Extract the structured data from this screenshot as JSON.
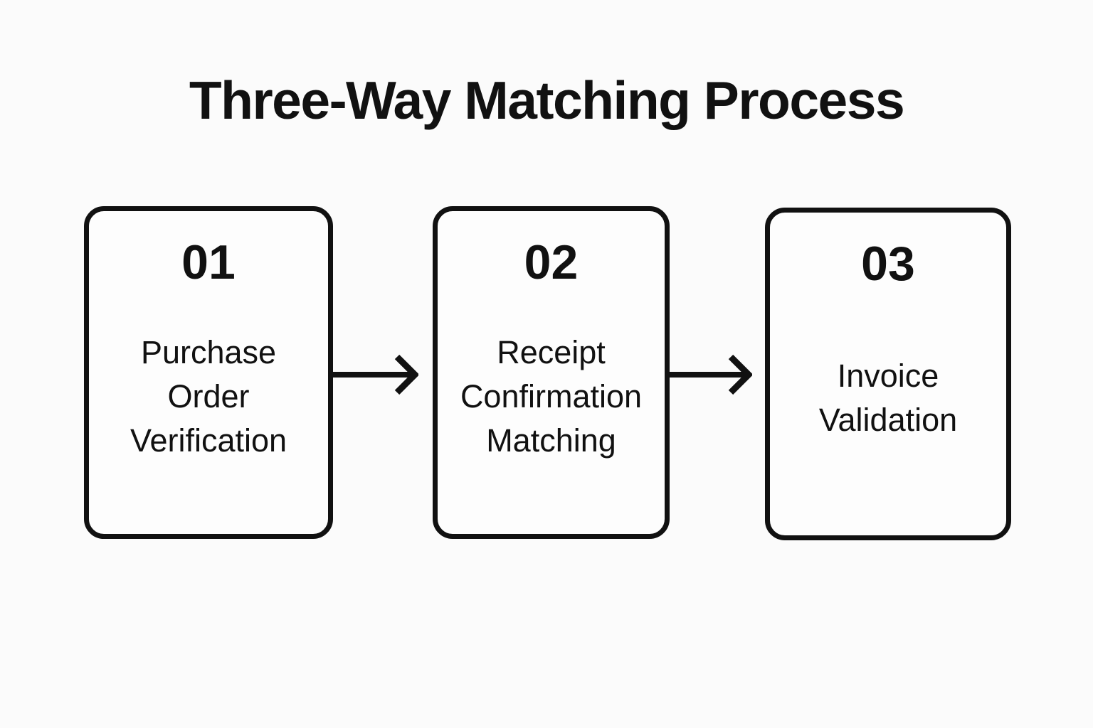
{
  "title": "Three-Way Matching Process",
  "colors": {
    "ink": "#111111",
    "background": "#fbfbfb",
    "card_bg": "#fdfdfd"
  },
  "steps": [
    {
      "number": "01",
      "label": "Purchase\nOrder\nVerification"
    },
    {
      "number": "02",
      "label": "Receipt\nConfirmation\nMatching"
    },
    {
      "number": "03",
      "label": "Invoice\nValidation"
    }
  ],
  "icons": {
    "flow_arrow": "arrow-right-icon"
  }
}
